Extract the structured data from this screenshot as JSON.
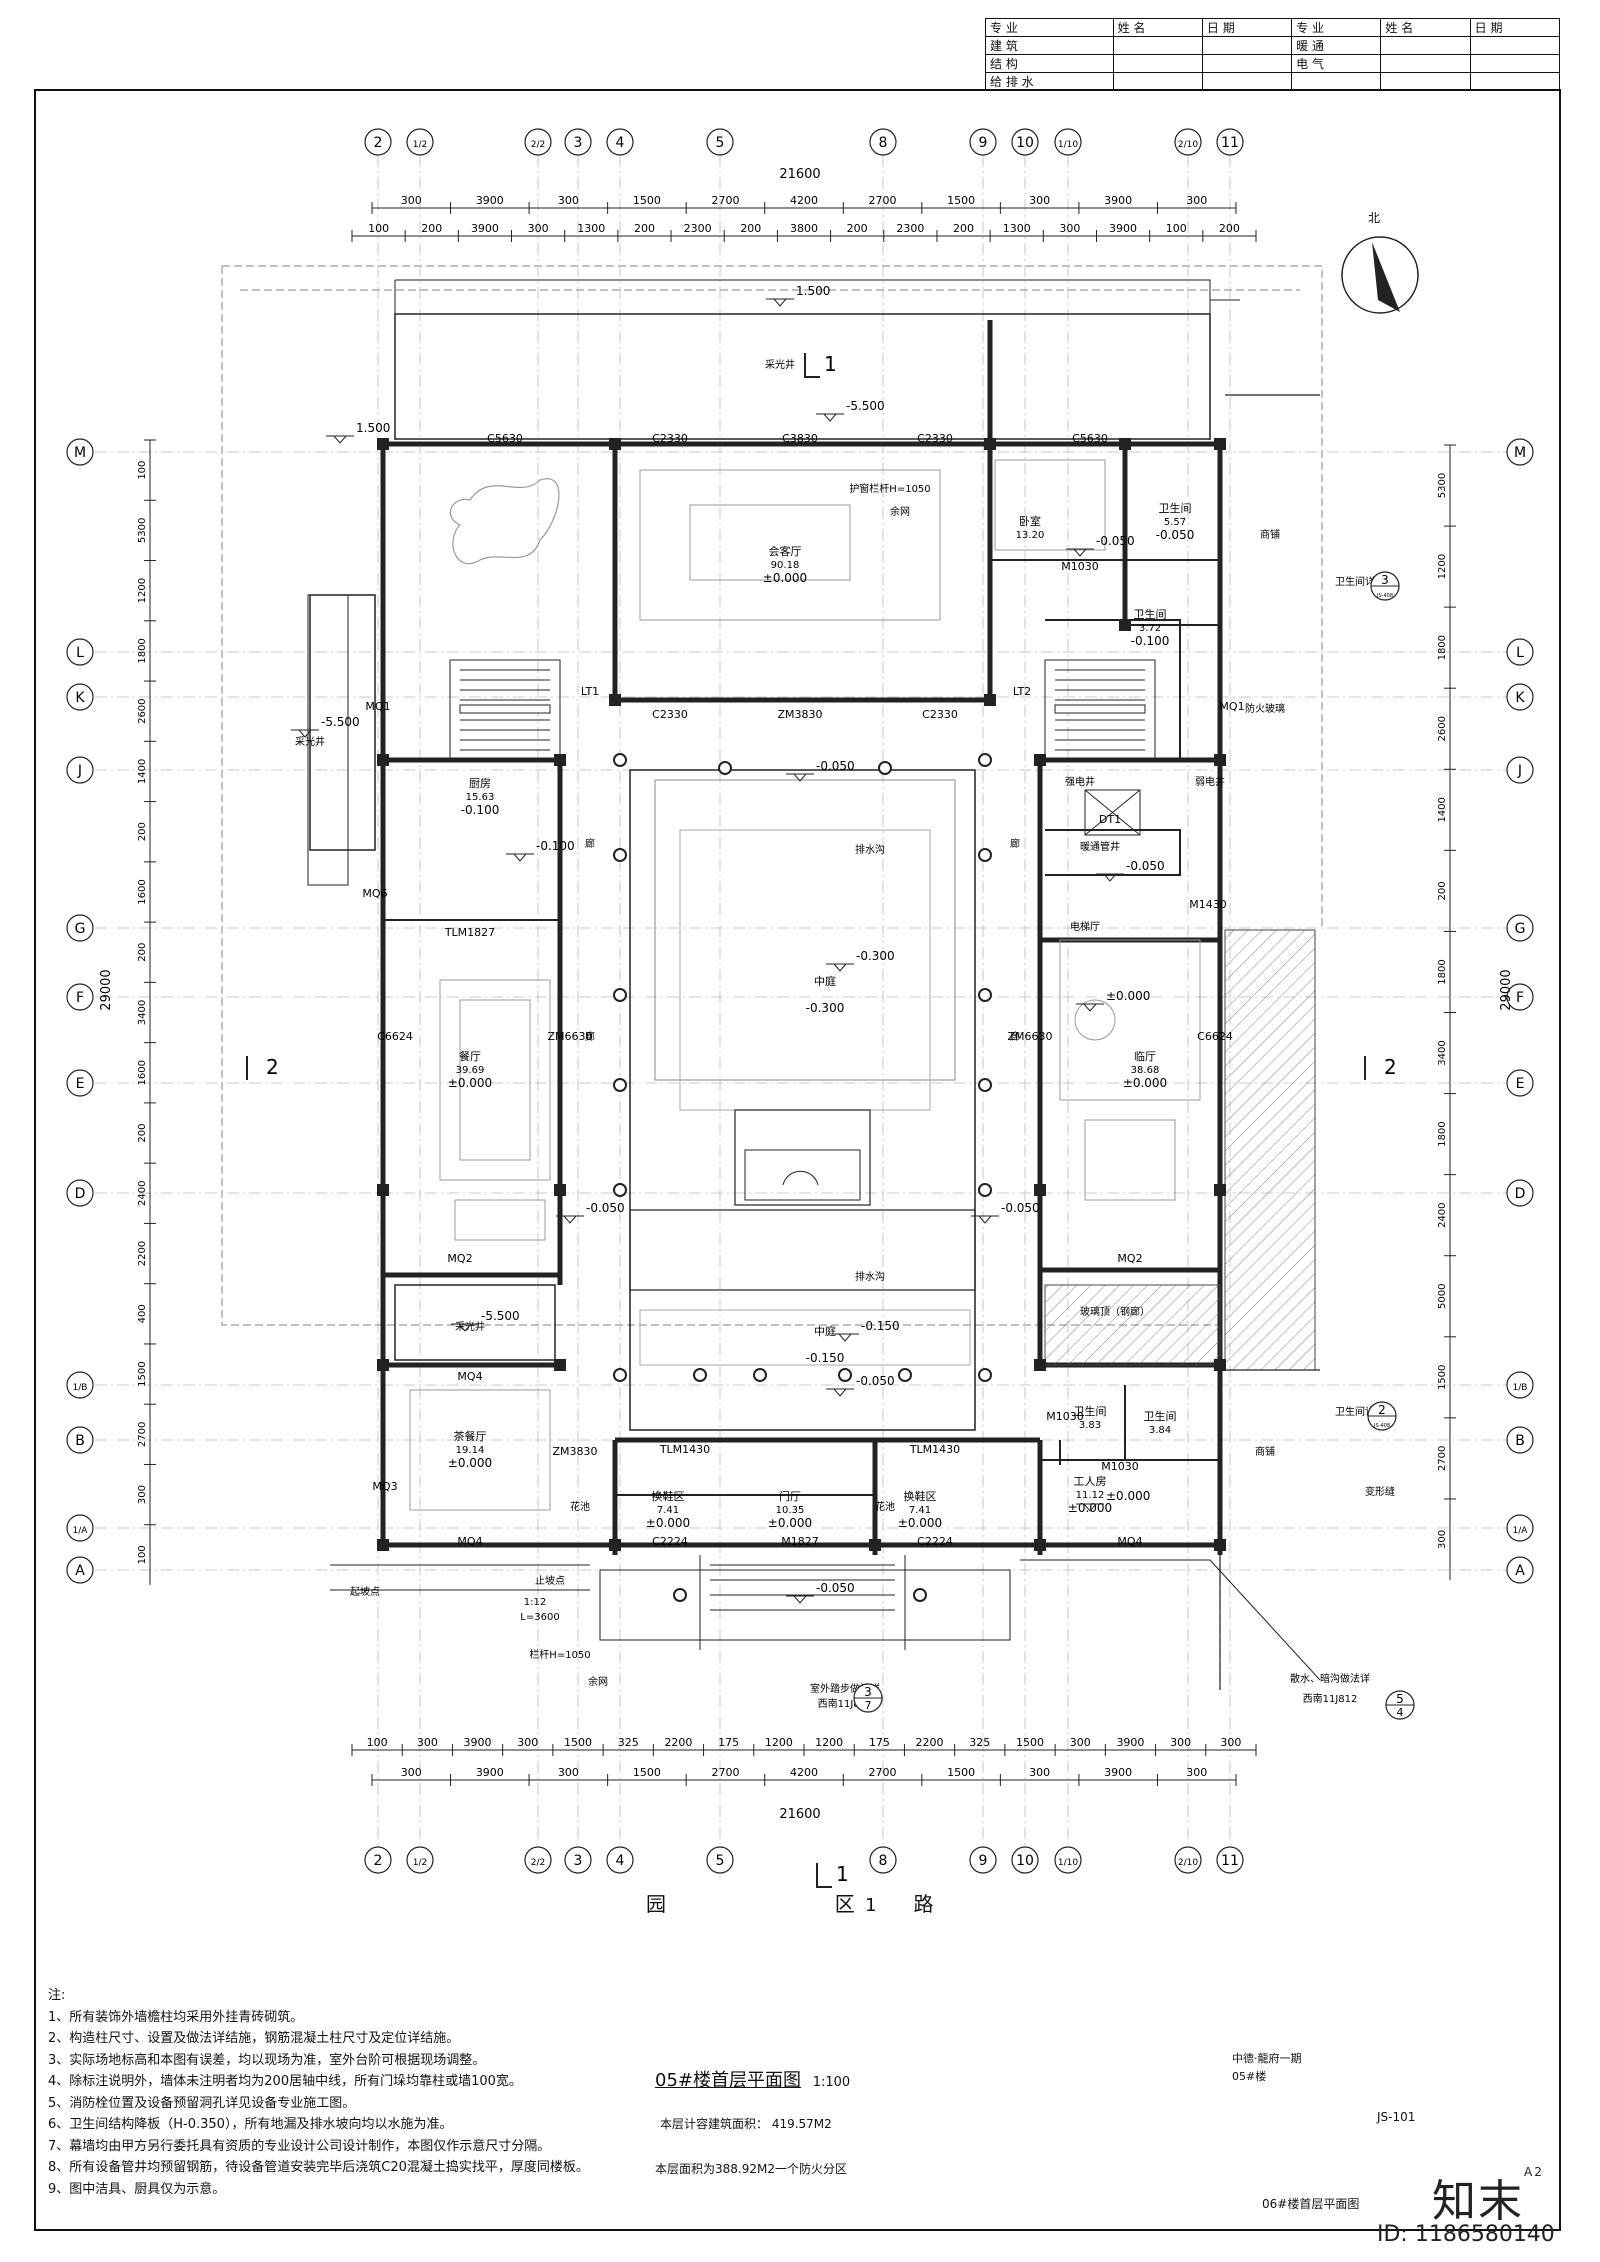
{
  "title_block": {
    "header": [
      "专 业",
      "姓 名",
      "日 期",
      "专 业",
      "姓 名",
      "日 期"
    ],
    "rows": [
      [
        "建 筑",
        "",
        "",
        "暖 通",
        "",
        ""
      ],
      [
        "结 构",
        "",
        "",
        "电 气",
        "",
        ""
      ],
      [
        "给 排 水",
        "",
        "",
        "",
        "",
        ""
      ]
    ]
  },
  "axes": {
    "top": [
      "2",
      "1/2",
      "2/2",
      "3",
      "4",
      "5",
      "8",
      "9",
      "10",
      "1/10",
      "2/10",
      "11"
    ],
    "left": [
      "M",
      "L",
      "K",
      "J",
      "G",
      "F",
      "E",
      "D",
      "1/B",
      "B",
      "1/A",
      "A"
    ]
  },
  "dimensions": {
    "overall_width": "21600",
    "overall_depth": "29000",
    "top_row1": [
      "300",
      "3900",
      "300",
      "1500",
      "2700",
      "4200",
      "2700",
      "1500",
      "300",
      "3900",
      "300"
    ],
    "top_row2": [
      "100",
      "200",
      "3900",
      "300",
      "1300",
      "200",
      "2300",
      "200",
      "3800",
      "200",
      "2300",
      "200",
      "1300",
      "300",
      "3900",
      "100",
      "200"
    ],
    "bottom_row1": [
      "100",
      "300",
      "3900",
      "300",
      "1500",
      "325",
      "2200",
      "175",
      "1200",
      "1200",
      "175",
      "2200",
      "325",
      "1500",
      "300",
      "3900",
      "300",
      "300"
    ],
    "bottom_row2": [
      "300",
      "3900",
      "300",
      "1500",
      "2700",
      "4200",
      "2700",
      "1500",
      "300",
      "3900",
      "300"
    ],
    "left_col": [
      "100",
      "5300",
      "1200",
      "1800",
      "2600",
      "1400",
      "200",
      "1600",
      "200",
      "3400",
      "1600",
      "200",
      "2400",
      "2200",
      "400",
      "1500",
      "2700",
      "300",
      "100"
    ],
    "right_col": [
      "5300",
      "1200",
      "1800",
      "2600",
      "1400",
      "200",
      "1800",
      "3400",
      "1800",
      "2400",
      "5000",
      "1500",
      "2700",
      "300"
    ]
  },
  "rooms": [
    {
      "name": "会客厅",
      "area": "90.18",
      "level": "±0.000"
    },
    {
      "name": "卧室",
      "area": "13.20",
      "level": ""
    },
    {
      "name": "卫生间",
      "area": "5.57",
      "level": "-0.050"
    },
    {
      "name": "卫生间",
      "area": "3.72",
      "level": "-0.100"
    },
    {
      "name": "厨房",
      "area": "15.63",
      "level": "-0.100"
    },
    {
      "name": "餐厅",
      "area": "39.69",
      "level": "±0.000"
    },
    {
      "name": "中庭",
      "area": "",
      "level": "-0.300"
    },
    {
      "name": "中庭",
      "area": "",
      "level": "-0.150"
    },
    {
      "name": "临厅",
      "area": "38.68",
      "level": "±0.000"
    },
    {
      "name": "茶餐厅",
      "area": "19.14",
      "level": "±0.000"
    },
    {
      "name": "门厅",
      "area": "10.35",
      "level": "±0.000"
    },
    {
      "name": "换鞋区",
      "area": "7.41",
      "level": "±0.000"
    },
    {
      "name": "换鞋区",
      "area": "7.41",
      "level": "±0.000"
    },
    {
      "name": "卫生间",
      "area": "3.83",
      "level": ""
    },
    {
      "name": "卫生间",
      "area": "3.84",
      "level": ""
    },
    {
      "name": "工人房",
      "area": "11.12",
      "level": "±0.000"
    }
  ],
  "labels": {
    "openings": [
      "C5630",
      "C2330",
      "C3830",
      "C2330",
      "C5630",
      "C2330",
      "ZM3830",
      "C2330",
      "ZM6630",
      "ZM6630",
      "C6624",
      "C6624",
      "TLM1827",
      "TLM1430",
      "TLM1430",
      "M1827",
      "C2224",
      "C2224",
      "MQ1",
      "MQ1",
      "MQ2",
      "MQ2",
      "MQ3",
      "MQ4",
      "MQ4",
      "MQ4",
      "MQ6",
      "M1030",
      "M1030",
      "M1030",
      "M1430",
      "ZM3830",
      "LT1",
      "LT2",
      "DT1"
    ],
    "misc": [
      "采光井",
      "采光井",
      "采光井",
      "护窗栏杆H=1050",
      "余网",
      "商铺",
      "商铺",
      "防火玻璃",
      "排水沟",
      "排水沟",
      "廊",
      "廊",
      "廊",
      "廊",
      "花池",
      "花池",
      "玻璃顶（钢廊）",
      "强电井",
      "弱电井",
      "暖通管井",
      "电梯厅",
      "卫生间详建施",
      "卫生间详建施",
      "变形缝",
      "起坡点",
      "止坡点",
      "L=3600",
      "1:12",
      "栏杆H=1050",
      "余网",
      "室外踏步做法详",
      "西南11J812",
      "散水、暗沟做法详",
      "西南11J812",
      "北"
    ],
    "levels": [
      "-5.500",
      "-5.500",
      "-5.500",
      "1.500",
      "1.500",
      "-0.050",
      "-0.050",
      "-0.050",
      "-0.050",
      "-0.050",
      "-0.300",
      "-0.150",
      "-0.100",
      "-0.050",
      "-0.050",
      "±0.000",
      "±0.000"
    ],
    "section_marks": [
      "1",
      "1",
      "2",
      "2"
    ],
    "detail_refs": [
      {
        "num": "3",
        "sheet": "7"
      },
      {
        "num": "5",
        "sheet": "4"
      },
      {
        "num": "3",
        "sheet": "JS-408"
      },
      {
        "num": "2",
        "sheet": "JS-408"
      }
    ]
  },
  "road": {
    "left": "园",
    "mid": "区",
    "right": "路",
    "mark": "1"
  },
  "notes": {
    "heading": "注:",
    "items": [
      "1、所有装饰外墙檐柱均采用外挂青砖砌筑。",
      "2、构造柱尺寸、设置及做法详结施，钢筋混凝土柱尺寸及定位详结施。",
      "3、实际场地标高和本图有误差，均以现场为准，室外台阶可根据现场调整。",
      "4、除标注说明外，墙体未注明者均为200居轴中线，所有门垛均靠柱或墙100宽。",
      "5、消防栓位置及设备预留洞孔详见设备专业施工图。",
      "6、卫生间结构降板（H-0.350），所有地漏及排水坡向均以水施为准。",
      "7、幕墙均由甲方另行委托具有资质的专业设计公司设计制作，本图仅作示意尺寸分隔。",
      "8、所有设备管井均预留钢筋，待设备管道安装完毕后浇筑C20混凝土捣实找平，厚度同楼板。",
      "9、图中洁具、厨具仅为示意。"
    ]
  },
  "drawing": {
    "title": "05#楼首层平面图",
    "scale": "1:100",
    "area_total": "本层计容建筑面积： 419.57M2",
    "area_fire": "本层面积为388.92M2一个防火分区"
  },
  "project": {
    "line1": "中德·龍府一期",
    "line2": "05#楼",
    "code": "JS-101",
    "sheet_name": "06#楼首层平面图",
    "sheet_suffix": "A2"
  },
  "brand": {
    "name": "知末",
    "id": "ID: 1186580140"
  },
  "colors": {
    "line": "#111111",
    "light": "#9a9a9a",
    "hatch": "#555555",
    "wall": "#222222"
  }
}
